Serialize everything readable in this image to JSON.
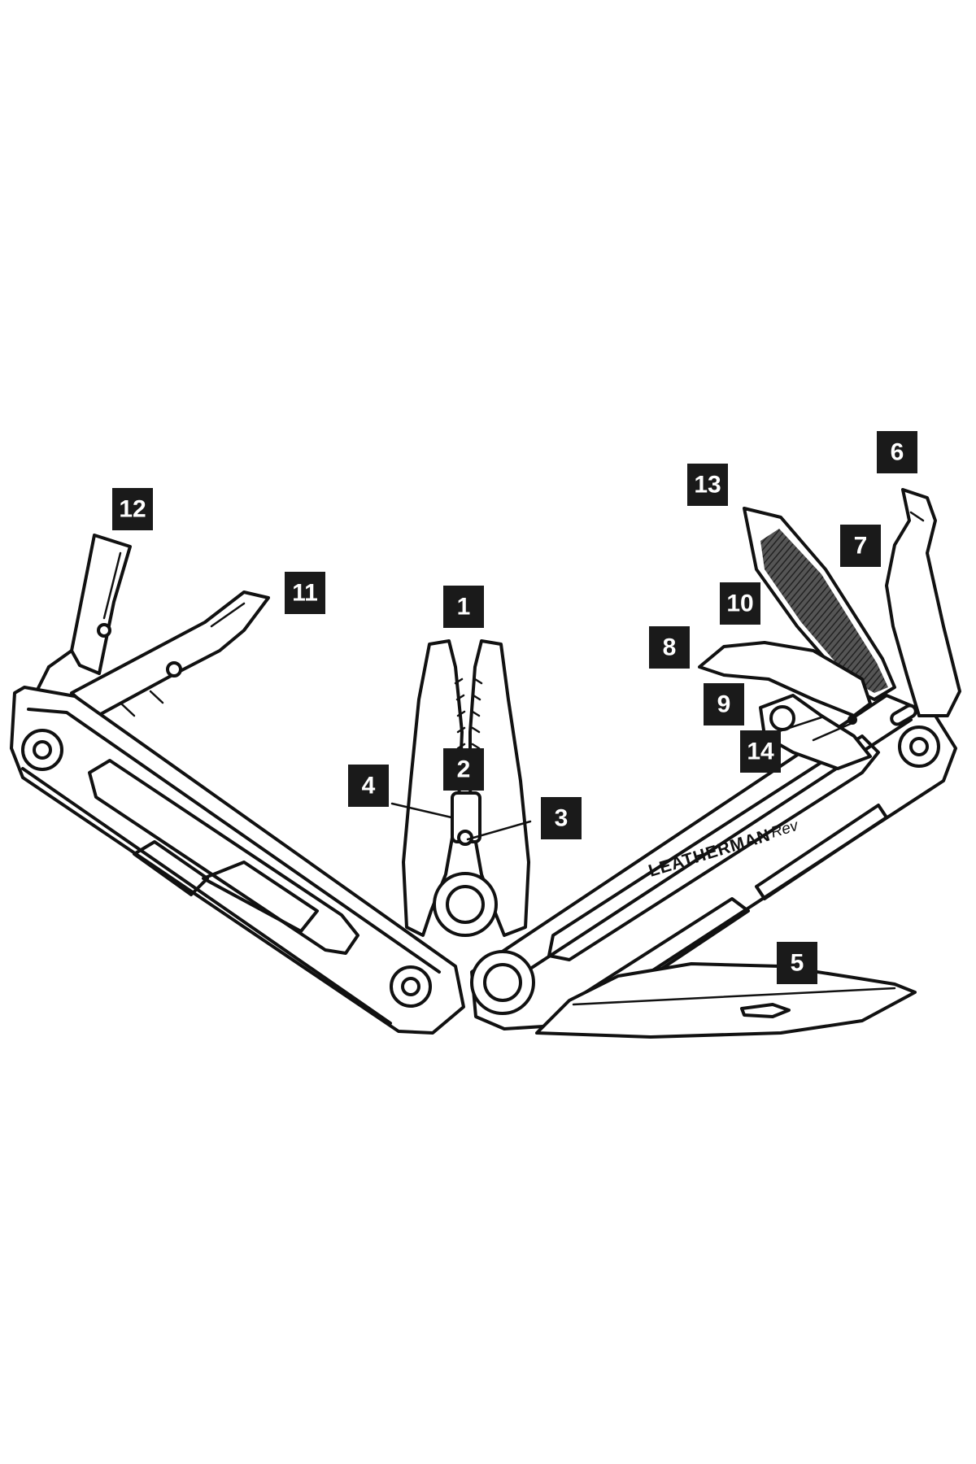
{
  "brand": {
    "name": "LEATHERMAN",
    "model": "Rev"
  },
  "callouts": [
    "1",
    "2",
    "3",
    "4",
    "5",
    "6",
    "7",
    "8",
    "9",
    "10",
    "11",
    "12",
    "13",
    "14"
  ],
  "colors": {
    "line": "#111111",
    "callout_fill": "#1a1a1a",
    "callout_text": "#ffffff",
    "file_hatch": "#333333",
    "background": "#ffffff"
  }
}
